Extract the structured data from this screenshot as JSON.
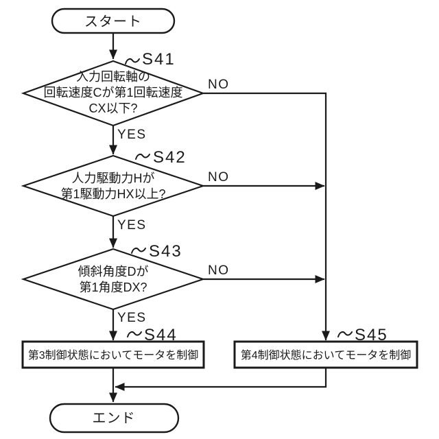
{
  "flowchart": {
    "colors": {
      "line": "#1a1a1a",
      "background": "#ffffff"
    },
    "start": {
      "label": "スタート"
    },
    "end": {
      "label": "エンド"
    },
    "labels": {
      "yes": "YES",
      "no": "NO"
    },
    "steps": {
      "s41": {
        "id": "S41",
        "line1": "入力回転軸の",
        "line2": "回転速度Cが第1回転速度",
        "line3": "CX以下?"
      },
      "s42": {
        "id": "S42",
        "line1": "人力駆動力Hが",
        "line2": "第1駆動力HX以上?"
      },
      "s43": {
        "id": "S43",
        "line1": "傾斜角度Dが",
        "line2": "第1角度DX?"
      },
      "s44": {
        "id": "S44",
        "label": "第3制御状態においてモータを制御"
      },
      "s45": {
        "id": "S45",
        "label": "第4制御状態においてモータを制御"
      }
    }
  }
}
